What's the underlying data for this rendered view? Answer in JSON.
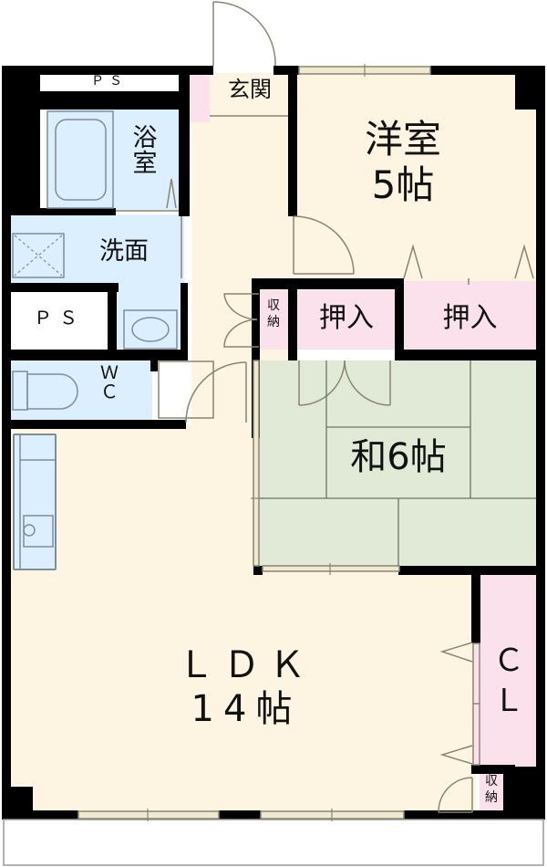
{
  "floor_plan": {
    "type": "apartment-floor-plan",
    "layout": "2LDK",
    "colors": {
      "wall": "#000000",
      "living_floor": "#fdf5e1",
      "wet_area": "#dcefff",
      "storage": "#fbe1ec",
      "tatami": "#e0ead6",
      "fixture_line": "#8a8570"
    },
    "rooms": {
      "entrance": {
        "label": "玄関"
      },
      "bathroom": {
        "label": "浴\n室"
      },
      "washroom": {
        "label": "洗面"
      },
      "ps_top": {
        "label": "ＰＳ"
      },
      "ps_left": {
        "label": "ＰＳ"
      },
      "wc": {
        "label": "Ｗ\nＣ"
      },
      "western_room": {
        "label": "洋室\n5帖",
        "name": "洋室",
        "size": "5帖"
      },
      "closet_storage_small": {
        "label": "収\n納"
      },
      "oshiire_1": {
        "label": "押入"
      },
      "oshiire_2": {
        "label": "押入"
      },
      "japanese_room": {
        "label": "和6帖",
        "name": "和",
        "size": "6帖"
      },
      "ldk": {
        "label": "ＬＤＫ\n14帖",
        "name": "ＬＤＫ",
        "size": "14帖"
      },
      "closet": {
        "label": "Ｃ\nＬ"
      },
      "storage_bottom": {
        "label": "収\n納"
      }
    }
  }
}
